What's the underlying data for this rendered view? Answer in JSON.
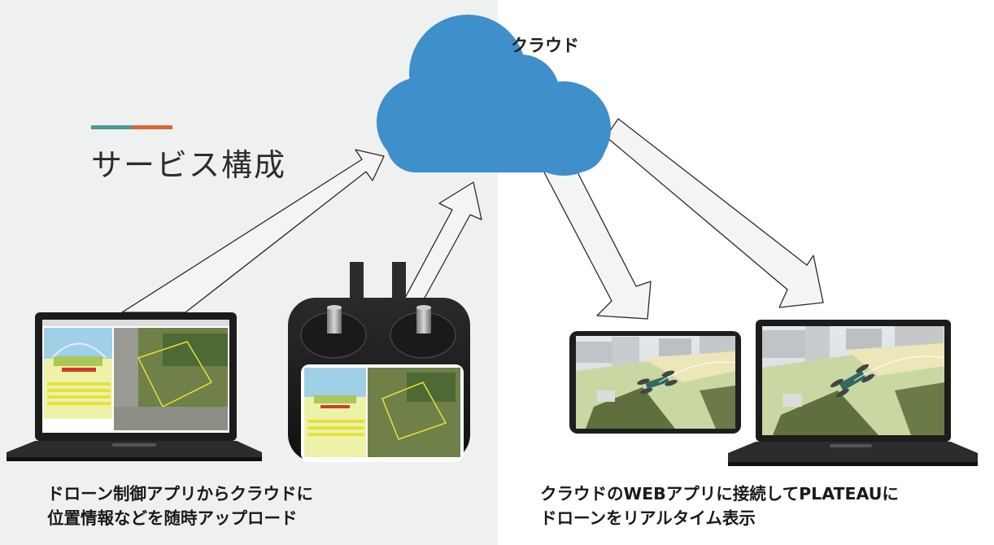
{
  "title": "サービス構成",
  "colors": {
    "accent_teal": "#4e9a94",
    "accent_orange": "#d6693a",
    "cloud": "#3f8fcb",
    "left_bg": "#eff0f0"
  },
  "cloud": {
    "label": "クラウド"
  },
  "captions": {
    "left": {
      "line1": "ドローン制御アプリからクラウドに",
      "line2": "位置情報などを随時アップロード"
    },
    "right": {
      "line1": "クラウドのWEBアプリに接続してPLATEAUに",
      "line2": "ドローンをリアルタイム表示"
    }
  },
  "icons": [
    "cloud-icon",
    "laptop-icon",
    "controller-icon",
    "tablet-icon",
    "laptop-3d-icon",
    "arrow-icon"
  ]
}
